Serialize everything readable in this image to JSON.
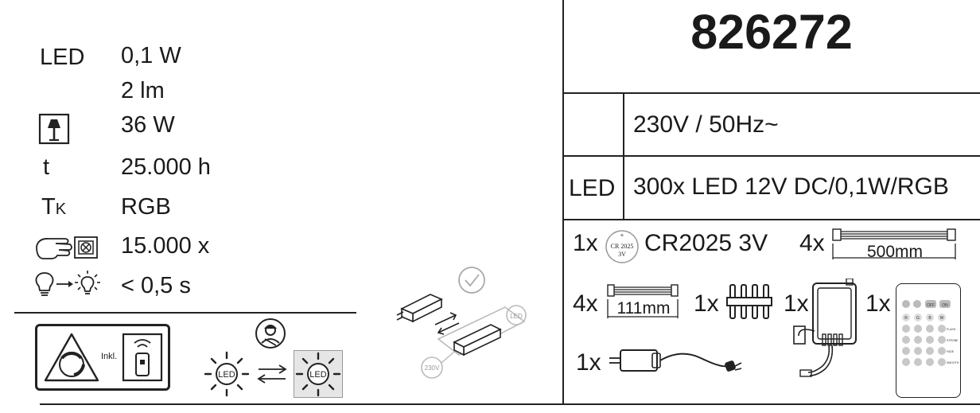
{
  "product_number": "826272",
  "specs": {
    "led_label": "LED",
    "led_power": "0,1 W",
    "led_lumen": "2 lm",
    "max_lamp_power": "36 W",
    "t_label": "t",
    "lifetime": "25.000 h",
    "tk_label": "T",
    "tk_sub": "K",
    "color_temp": "RGB",
    "switch_cycles": "15.000 x",
    "warmup": "< 0,5 s"
  },
  "box": {
    "inkl_label": "Inkl."
  },
  "icon_text": {
    "led": "LED",
    "v230": "230V",
    "cr2025_a": "CR 2025",
    "cr2025_b": "3V",
    "plus": "+"
  },
  "right": {
    "voltage": "230V / 50Hz~",
    "led_row_label": "LED",
    "led_row_value": "300x LED 12V DC/0,1W/RGB"
  },
  "accessories": {
    "battery_qty": "1x",
    "battery_label": "CR2025 3V",
    "strip500_qty": "4x",
    "strip500_len": "500mm",
    "strip111_qty": "4x",
    "strip111_len": "111mm",
    "connector_qty": "1x",
    "controller_qty": "1x",
    "remote_qty": "1x",
    "adapter_qty": "1x"
  },
  "remote_buttons": {
    "off": "OFF",
    "on": "ON",
    "r": "R",
    "g": "G",
    "b": "B",
    "w": "W",
    "flash": "FLASH",
    "strobe": "STROBE",
    "fade": "FADE",
    "smooth": "SMOOTH"
  }
}
